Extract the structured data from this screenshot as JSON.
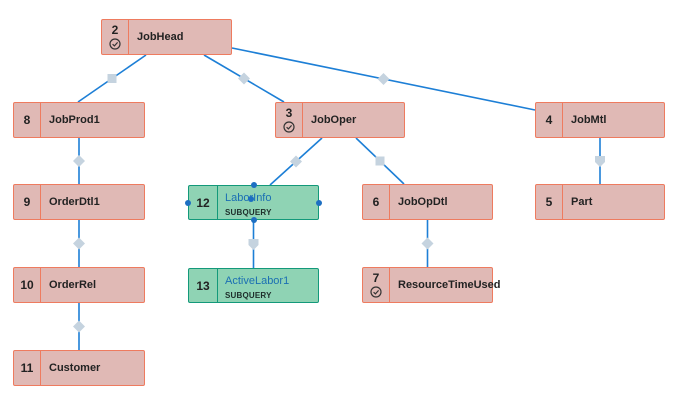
{
  "diagram": {
    "nodes": [
      {
        "id": "2",
        "label": "JobHead",
        "checked": true,
        "kind": "table"
      },
      {
        "id": "8",
        "label": "JobProd1",
        "checked": false,
        "kind": "table"
      },
      {
        "id": "3",
        "label": "JobOper",
        "checked": true,
        "kind": "table"
      },
      {
        "id": "4",
        "label": "JobMtl",
        "checked": false,
        "kind": "table"
      },
      {
        "id": "9",
        "label": "OrderDtl1",
        "checked": false,
        "kind": "table"
      },
      {
        "id": "12",
        "label": "LaborInfo",
        "tag": "SUBQUERY",
        "checked": false,
        "kind": "subquery"
      },
      {
        "id": "6",
        "label": "JobOpDtl",
        "checked": false,
        "kind": "table"
      },
      {
        "id": "5",
        "label": "Part",
        "checked": false,
        "kind": "table"
      },
      {
        "id": "10",
        "label": "OrderRel",
        "checked": false,
        "kind": "table"
      },
      {
        "id": "13",
        "label": "ActiveLabor1",
        "tag": "SUBQUERY",
        "checked": false,
        "kind": "subquery"
      },
      {
        "id": "7",
        "label": "ResourceTimeUsed",
        "checked": true,
        "kind": "table"
      },
      {
        "id": "11",
        "label": "Customer",
        "checked": false,
        "kind": "table"
      }
    ],
    "edges": [
      {
        "from": "2",
        "to": "8",
        "marker": "square"
      },
      {
        "from": "2",
        "to": "3",
        "marker": "diamond"
      },
      {
        "from": "2",
        "to": "4",
        "marker": "diamond"
      },
      {
        "from": "8",
        "to": "9",
        "marker": "diamond"
      },
      {
        "from": "9",
        "to": "10",
        "marker": "diamond"
      },
      {
        "from": "10",
        "to": "11",
        "marker": "diamond"
      },
      {
        "from": "3",
        "to": "12",
        "marker": "diamond"
      },
      {
        "from": "3",
        "to": "6",
        "marker": "square"
      },
      {
        "from": "12",
        "to": "13",
        "marker": "shield"
      },
      {
        "from": "6",
        "to": "7",
        "marker": "diamond"
      },
      {
        "from": "4",
        "to": "5",
        "marker": "shield"
      }
    ],
    "selected": "12",
    "colors": {
      "table_fill": "#e0b9b5",
      "table_border": "#ee7b5f",
      "subquery_fill": "#8fd3b4",
      "subquery_border": "#13997a",
      "edge": "#1d7fd6",
      "marker": "#c5d3df"
    }
  }
}
